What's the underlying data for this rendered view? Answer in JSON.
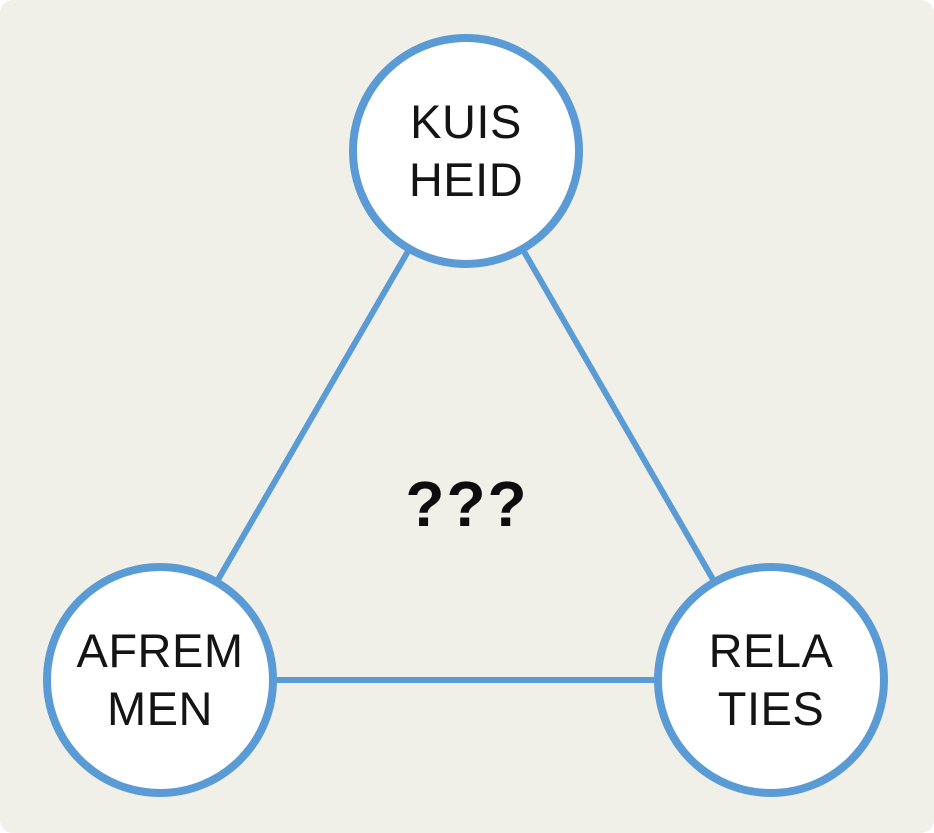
{
  "diagram": {
    "center_label": "???",
    "nodes": [
      {
        "id": "kuisheid",
        "line1": "KUIS",
        "line2": "HEID"
      },
      {
        "id": "afremmen",
        "line1": "AFREM",
        "line2": "MEN"
      },
      {
        "id": "relaties",
        "line1": "RELA",
        "line2": "TIES"
      }
    ],
    "colors": {
      "background": "#F0EFE8",
      "accent": "#5B9BD5",
      "node_fill": "#FFFFFF",
      "text": "#141414"
    }
  }
}
